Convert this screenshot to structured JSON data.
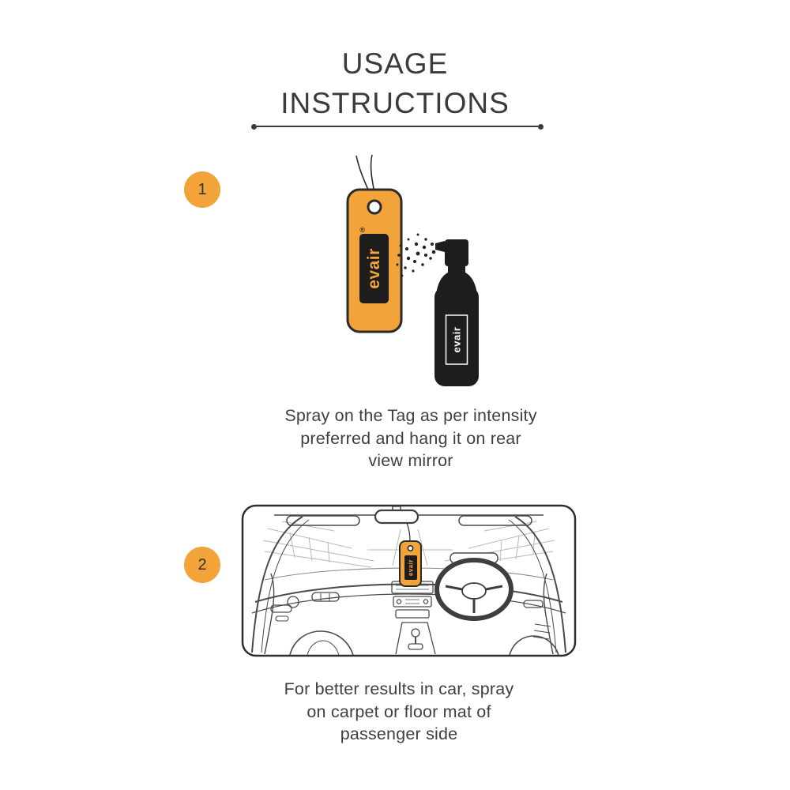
{
  "title": {
    "line1": "USAGE",
    "line2": "INSTRUCTIONS"
  },
  "brand": {
    "name": "evair",
    "registered": "®"
  },
  "steps": [
    {
      "number": "1",
      "illustration": "tag-and-spray-bottle",
      "caption": [
        "Spray on the Tag as per intensity",
        "preferred and hang it on rear",
        "view mirror"
      ]
    },
    {
      "number": "2",
      "illustration": "car-interior-with-hanging-tag",
      "caption": [
        "For better results in car, spray",
        "on carpet or floor mat of",
        "passenger side"
      ]
    }
  ],
  "colors": {
    "accent_orange": "#F2A33A",
    "ink_black": "#1d1d1d",
    "text_gray": "#3b3b3b"
  }
}
